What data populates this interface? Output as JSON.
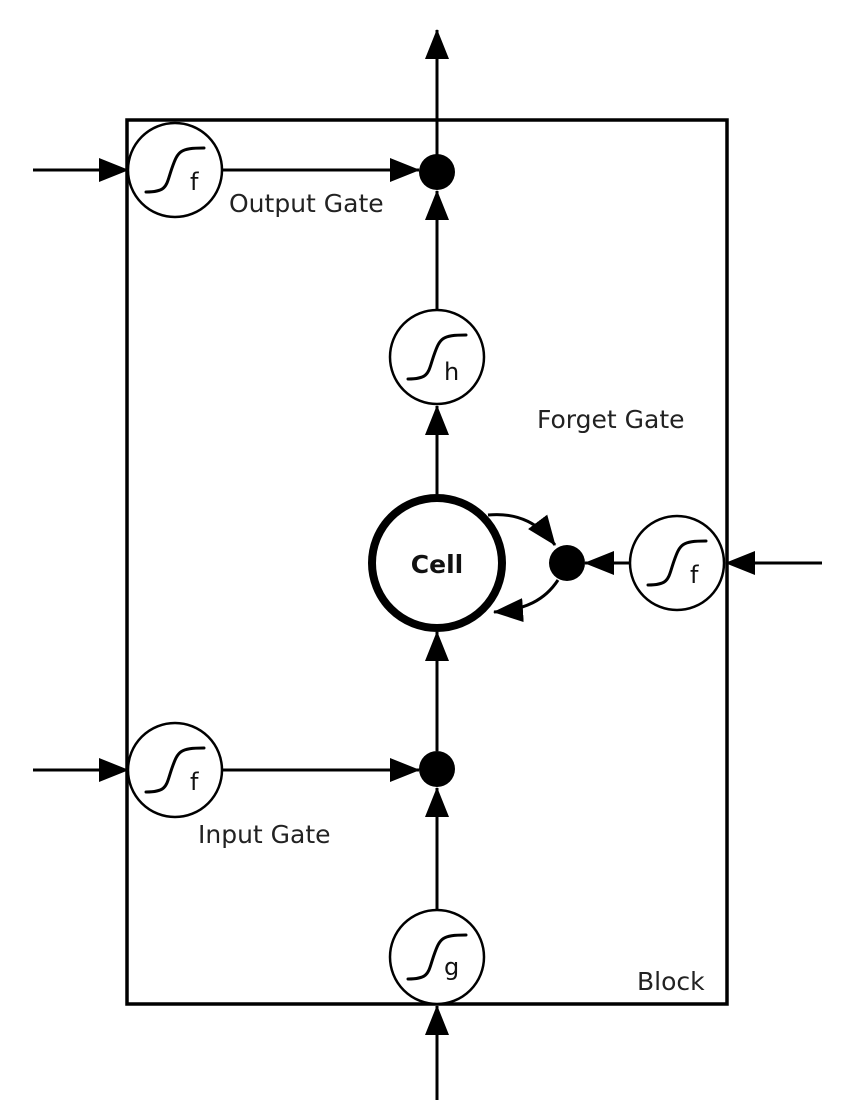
{
  "diagram": {
    "title": "LSTM memory block",
    "block_label": "Block",
    "cell_label": "Cell",
    "gates": {
      "output": {
        "label": "Output Gate",
        "activation": "f"
      },
      "forget": {
        "label": "Forget Gate",
        "activation": "f"
      },
      "input": {
        "label": "Input Gate",
        "activation": "f"
      }
    },
    "squash": {
      "cell_output": {
        "activation": "h"
      },
      "cell_input": {
        "activation": "g"
      }
    },
    "colors": {
      "stroke": "#000000",
      "background": "#ffffff",
      "text": "#222222"
    }
  }
}
